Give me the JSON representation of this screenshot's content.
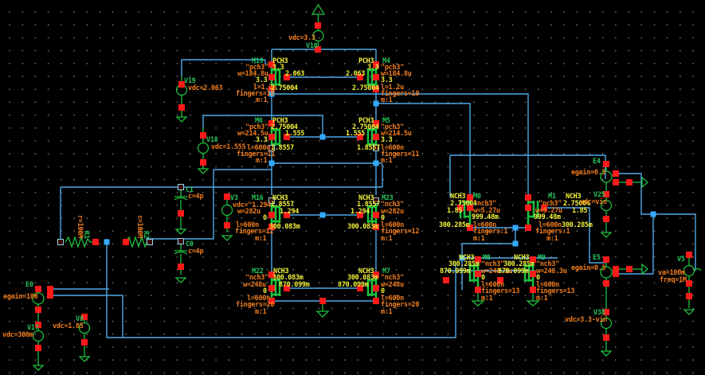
{
  "colors": {
    "background": "#000000",
    "wire": "#4fa8e8",
    "symbol": "#1fbf3f",
    "instance_name": "#25c35a",
    "parameter": "#f07d1e",
    "annotation": "#f2f23a",
    "pin": "#ff1a1a",
    "junction": "#33aaff"
  },
  "sources": {
    "V10": {
      "name": "V10",
      "param": "vdc=3.3"
    },
    "V19": {
      "name": "V19",
      "param": "vdc=2.063"
    },
    "V18": {
      "name": "V18",
      "param": "vdc=1.555"
    },
    "V3": {
      "name": "V3",
      "param": "vdc=\"1.294"
    },
    "V17": {
      "name": "V17",
      "param": "vdc=300m"
    },
    "V8": {
      "name": "V8",
      "param": "vdc=1.85"
    },
    "V25": {
      "name": "V25",
      "param": "vdc=vin"
    },
    "V38": {
      "name": "V38",
      "param": "vdc=3.3-vin"
    },
    "V5": {
      "name": "V5",
      "param1": "va=100m",
      "param2": "freq=1M"
    }
  },
  "vcvs": {
    "E0": {
      "name": "E0",
      "param": "egain=100"
    },
    "E4": {
      "name": "E4",
      "param": "egain=0.5"
    },
    "E5": {
      "name": "E5",
      "param": "egain=0.5"
    }
  },
  "resistors": {
    "R1": {
      "name": "R1",
      "param": "r=100M"
    },
    "R2": {
      "name": "R2",
      "param": "r=100M"
    }
  },
  "capacitors": {
    "C1": {
      "name": "C1",
      "param": "c=4p"
    },
    "C0": {
      "name": "C0",
      "param": "c=4p"
    }
  },
  "transistors": {
    "M19": {
      "name": "M19",
      "type": "PCH3",
      "model": "\"pch3\"",
      "w": "w=184.8u",
      "l": "l=1.2u",
      "fingers": "fingers=10",
      "m": "m:1",
      "bulk": "3.3",
      "v_top": "3.3",
      "v_gate": "2.063",
      "v_bot": "2.75004"
    },
    "M4": {
      "name": "M4",
      "type": "PCH3",
      "model": "\"pch3\"",
      "w": "w=184.8u",
      "l": "l=1.2u",
      "fingers": "fingers=10",
      "m": "m:1",
      "bulk": "3.3",
      "v_top": "3.3",
      "v_gate": "2.063",
      "v_bot": "2.75004"
    },
    "M6": {
      "name": "M6",
      "type": "PCH3",
      "model": "\"pch3\"",
      "w": "w=214.5u",
      "l": "l=600n",
      "fingers": "fingers=11",
      "m": "m:1",
      "bulk": "3.3",
      "v_top": "2.75004",
      "v_gate": "1.555",
      "v_bot": "1.8557"
    },
    "M5": {
      "name": "M5",
      "type": "PCH3",
      "model": "\"pch3\"",
      "w": "w=214.5u",
      "l": "l=600n",
      "fingers": "fingers=11",
      "m": "m:1",
      "bulk": "3.3",
      "v_top": "2.75004",
      "v_gate": "1.555",
      "v_bot": "1.8557"
    },
    "M16": {
      "name": "M16",
      "type": "NCH3",
      "model": "\"nch3\"",
      "w": "w=282u",
      "l": "l=600n",
      "fingers": "fingers=12",
      "m": "m:1",
      "bulk": "0",
      "v_top": "1.8557",
      "v_gate": "1.294",
      "v_bot": "300.083m"
    },
    "M23": {
      "name": "M23",
      "type": "NCH3",
      "model": "\"nch3\"",
      "w": "w=282u",
      "l": "l=600n",
      "fingers": "fingers=12",
      "m": "m:1",
      "bulk": "0",
      "v_top": "1.8557",
      "v_gate": "1.294",
      "v_bot": "300.083m"
    },
    "M22": {
      "name": "M22",
      "type": "NCH3",
      "model": "\"nch3\"",
      "w": "w=248u",
      "l": "l=600n",
      "fingers": "fingers=20",
      "m": "m:1",
      "bulk": "0",
      "v_top": "300.083m",
      "v_gate": "870.099m",
      "v_bot": "0"
    },
    "M7": {
      "name": "M7",
      "type": "NCH3",
      "model": "\"nch3\"",
      "w": "w=248u",
      "l": "l=600n",
      "fingers": "fingers=20",
      "m": "m:1",
      "bulk": "0",
      "v_top": "300.083m",
      "v_gate": "870.099m",
      "v_bot": "0"
    },
    "M0": {
      "name": "M0",
      "type": "NCH3",
      "model": "\"nch3\"",
      "w": "w=5.27u",
      "l": "l=600n",
      "fingers": "fingers:1",
      "m": "m:1",
      "bulk": "999.48m",
      "v_top": "2.75004",
      "v_gate": "1.85",
      "v_bot": "300.285m"
    },
    "M1": {
      "name": "M1",
      "type": "NCH3",
      "model": "\"nch3\"",
      "w": "w=5.27u",
      "l": "l=600n",
      "fingers": "fingers:1",
      "m": "m:1",
      "bulk": "999.48m",
      "v_top": "2.75004",
      "v_gate": "1.85",
      "v_bot": "300.285m"
    },
    "M8": {
      "name": "M8",
      "type": "NCH3",
      "model": "\"nch3\"",
      "w": "w=248.3u",
      "l": "l=600n",
      "fingers": "fingers=13",
      "m": "m:1",
      "bulk": "0",
      "v_top": "300.285m",
      "v_gate": "870.099m",
      "v_bot": "0"
    },
    "M9": {
      "name": "M9",
      "type": "NCH3",
      "model": "\"nch3\"",
      "w": "w=248.3u",
      "l": "l=600n",
      "fingers": "fingers=13",
      "m": "m:1",
      "bulk": "0",
      "v_top": "300.285m",
      "v_gate": "870.099m",
      "v_bot": "0"
    }
  }
}
